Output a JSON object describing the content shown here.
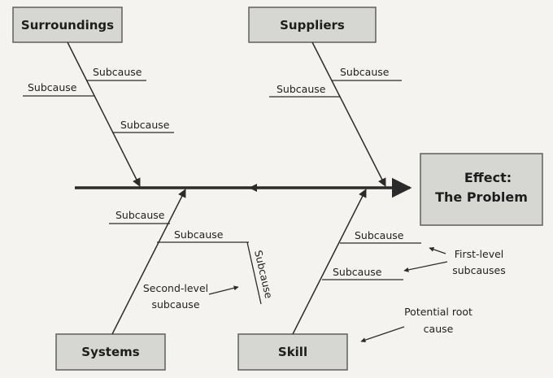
{
  "effect": {
    "line1": "Effect:",
    "line2": "The Problem"
  },
  "categories": {
    "surroundings": "Surroundings",
    "suppliers": "Suppliers",
    "systems": "Systems",
    "skill": "Skill"
  },
  "subcause_label": "Subcause",
  "annotations": {
    "first_level_line1": "First-level",
    "first_level_line2": "subcauses",
    "second_level_line1": "Second-level",
    "second_level_line2": "subcause",
    "root_cause_line1": "Potential root",
    "root_cause_line2": "cause"
  }
}
